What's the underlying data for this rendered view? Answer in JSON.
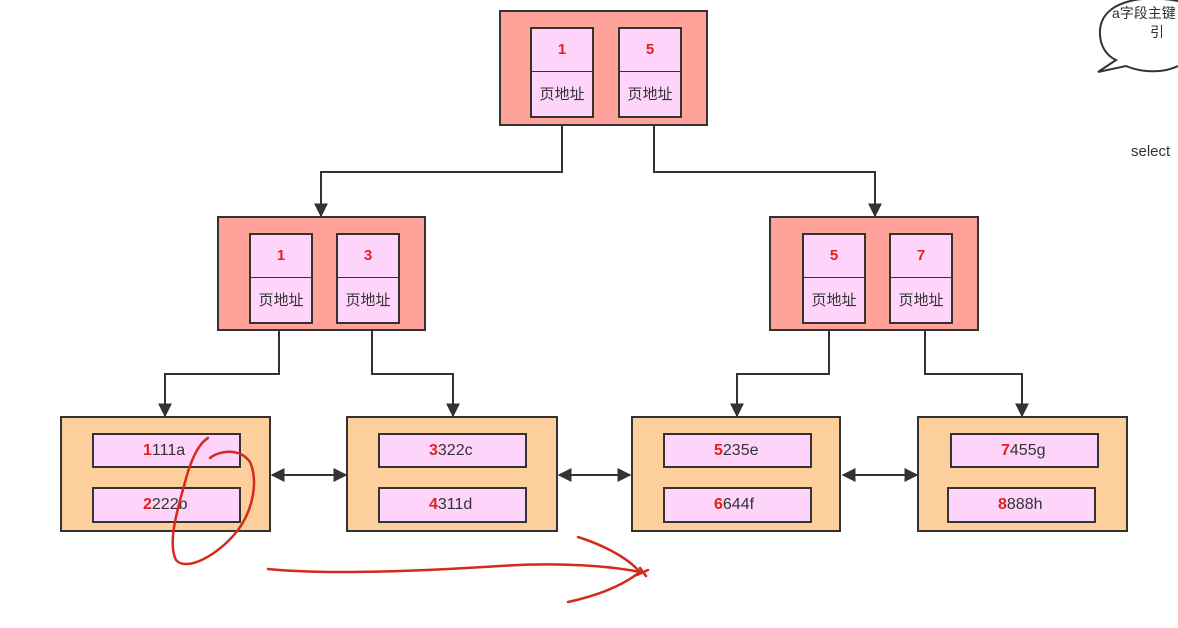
{
  "colors": {
    "inner_node_fill": "#ffa39a",
    "leaf_fill": "#fdcf9c",
    "cell_fill": "#ffd4fb",
    "key_text": "#e2231a",
    "line": "#333333",
    "annotation": "#d42b1c"
  },
  "tree": {
    "root": {
      "keys": [
        {
          "key": "1",
          "addr": "页地址"
        },
        {
          "key": "5",
          "addr": "页地址"
        }
      ]
    },
    "internal": [
      {
        "keys": [
          {
            "key": "1",
            "addr": "页地址"
          },
          {
            "key": "3",
            "addr": "页地址"
          }
        ]
      },
      {
        "keys": [
          {
            "key": "5",
            "addr": "页地址"
          },
          {
            "key": "7",
            "addr": "页地址"
          }
        ]
      }
    ],
    "leaves": [
      {
        "rows": [
          {
            "key": "1",
            "rest": "111a"
          },
          {
            "key": "2",
            "rest": "222b"
          }
        ]
      },
      {
        "rows": [
          {
            "key": "3",
            "rest": "322c"
          },
          {
            "key": "4",
            "rest": "311d"
          }
        ]
      },
      {
        "rows": [
          {
            "key": "5",
            "rest": "235e"
          },
          {
            "key": "6",
            "rest": "644f"
          }
        ]
      },
      {
        "rows": [
          {
            "key": "7",
            "rest": "455g"
          },
          {
            "key": "8",
            "rest": "888h"
          }
        ]
      }
    ]
  },
  "annotations": {
    "bubble_line1": "a字段主键",
    "bubble_line2": "引",
    "side_label": "select"
  }
}
